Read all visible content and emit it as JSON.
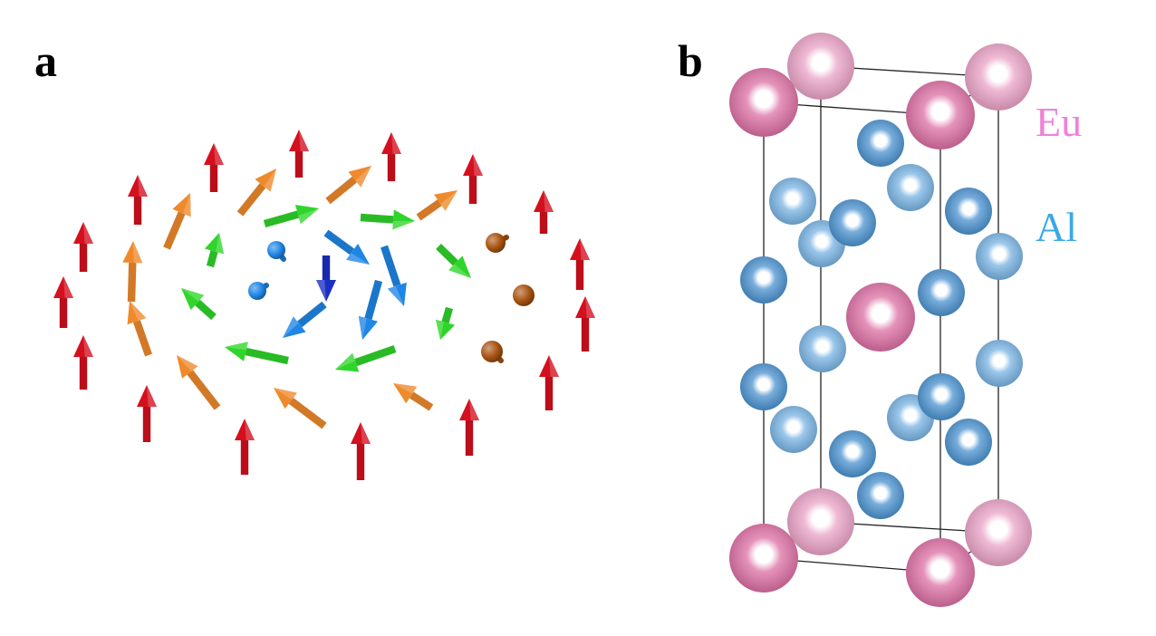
{
  "panels": {
    "a": {
      "label": "a"
    },
    "b": {
      "label": "b"
    }
  },
  "legend": {
    "eu": {
      "text": "Eu",
      "color": "#ee82d8"
    },
    "al": {
      "text": "Al",
      "color": "#3aa9e6"
    }
  },
  "colors": {
    "red": "#d4101e",
    "orange": "#ef8a2c",
    "green": "#2fd52a",
    "blue": "#1f86e6",
    "darkblue": "#1b2fc4",
    "brown": "#a85310",
    "eu_atom": "#dc6fa4",
    "eu_atom_back": "#eaa2c6",
    "al_atom": "#4a92cf",
    "al_atom_light": "#78b3e3",
    "cell_line": "#222222"
  }
}
